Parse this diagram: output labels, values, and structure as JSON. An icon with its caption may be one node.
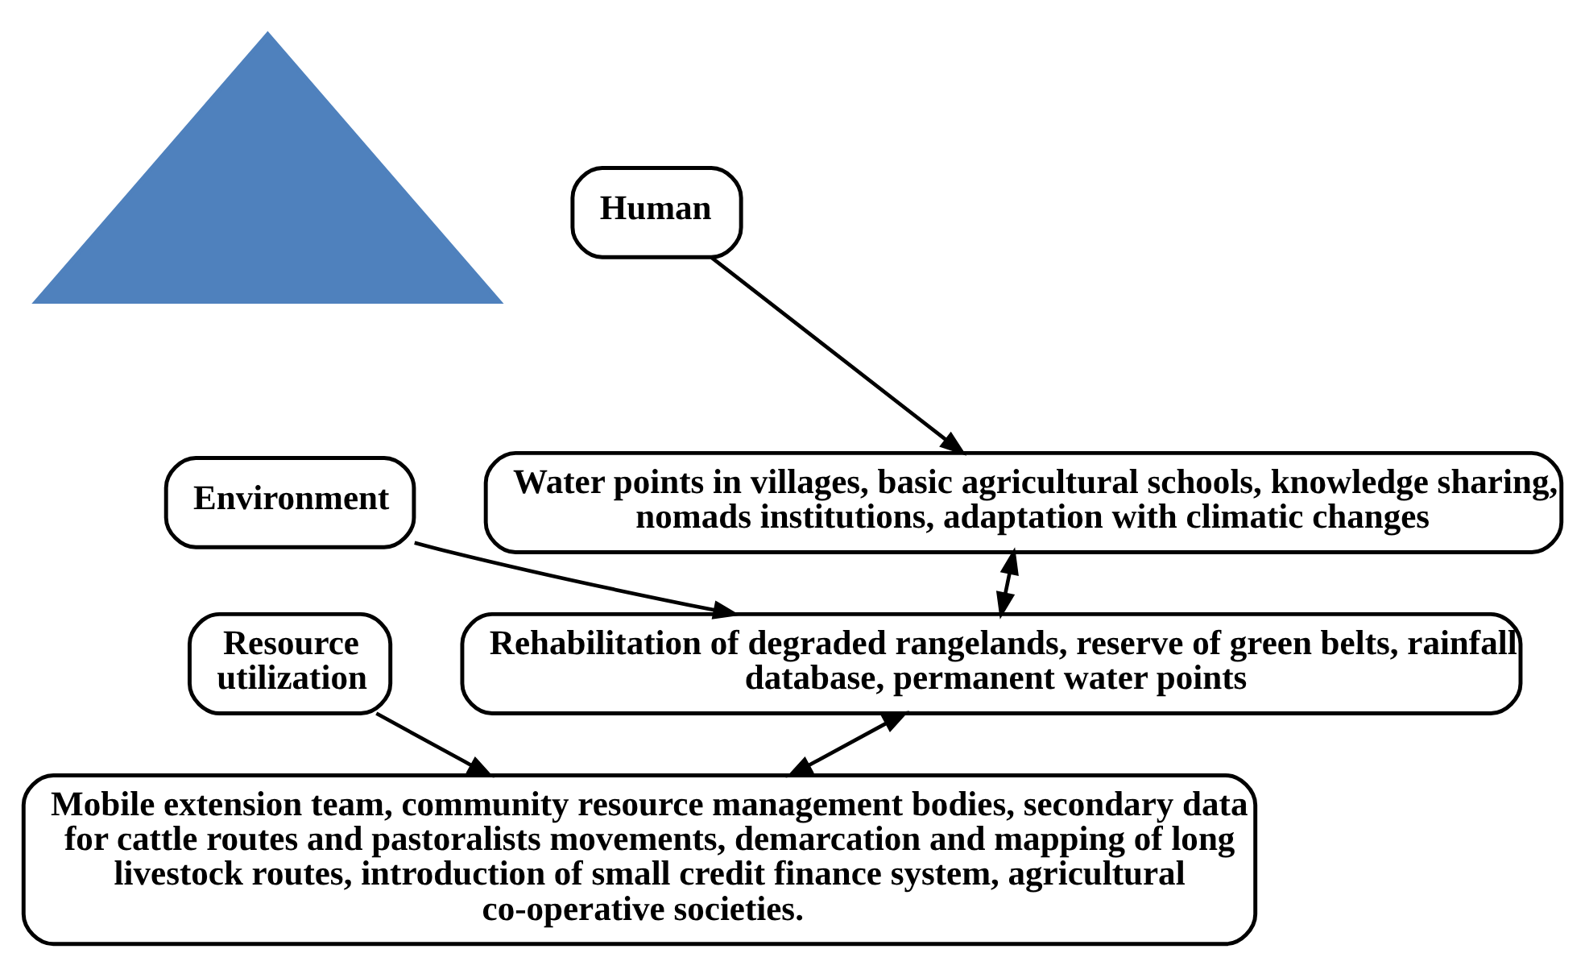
{
  "diagram": {
    "nodes": [
      {
        "text": [],
        "shape": "triangle"
      },
      {
        "text": [
          "Human"
        ]
      },
      {
        "text": [
          "Environment"
        ]
      },
      {
        "text": [
          "Resource utilization"
        ]
      },
      {
        "text": [
          "Water points in villages, basic agricultural schools, knowledge sharing, nomads institutions, adaptation with climatic changes"
        ]
      },
      {
        "text": [
          "Rehabilitation of degraded rangelands, reserve of green belts, rainfall database, permanent water points"
        ]
      },
      {
        "text": [
          "Mobile extension team, community resource management bodies, secondary data for cattle routes and pastoralists movements, demarcation and mapping of long livestock routes, introduction of small credit finance system, agricultural co-operative societies."
        ]
      }
    ],
    "edges": [
      {
        "from": 1,
        "to": 4,
        "arrow": "to"
      },
      {
        "from": 2,
        "to": 5,
        "arrow": "to"
      },
      {
        "from": 3,
        "to": 6,
        "arrow": "to"
      },
      {
        "from": 4,
        "to": 5,
        "arrow": "both"
      },
      {
        "from": 5,
        "to": 6,
        "arrow": "both"
      }
    ]
  }
}
